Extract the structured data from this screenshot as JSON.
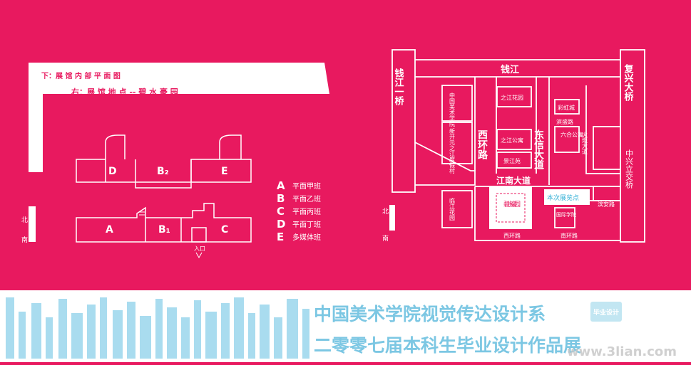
{
  "caption": {
    "line1": "下：展 馆 内 部  平 面 图",
    "line2": "右：展  馆  地  点 -- 碧  水  豪  园"
  },
  "floorplan": {
    "rooms": {
      "D": "D",
      "B2": "B₂",
      "E": "E",
      "A": "A",
      "B1": "B₁",
      "C": "C"
    },
    "compass_north": "北",
    "compass_south": "南",
    "entrance": "入口"
  },
  "legend": [
    {
      "letter": "A",
      "label": "平面甲班"
    },
    {
      "letter": "B",
      "label": "平面乙班"
    },
    {
      "letter": "C",
      "label": "平面丙班"
    },
    {
      "letter": "D",
      "label": "平面丁班"
    },
    {
      "letter": "E",
      "label": "多媒体班"
    }
  ],
  "map": {
    "roads": {
      "qianjiang": "钱江",
      "qianjiang_bridge": "钱江一桥",
      "fuxing_bridge": "复兴大桥",
      "zhongxing_bridge": "中兴立交桥",
      "xihuan": "西环路",
      "dongxin": "东信大道",
      "jiangnan": "江南大道",
      "binsheng": "滨盛路",
      "huoju": "火炬大道",
      "binan": "滨安路",
      "xihuan_small": "西环路",
      "nanhuan": "南环路"
    },
    "blocks": {
      "caa": "中国美术学院",
      "zhijiang_garden": "之江花园",
      "xinkaiyuan": "新开元之江度假村",
      "zhijiang_apt": "之江公寓",
      "jingjiang": "景江苑",
      "caihong": "彩虹城",
      "liuhe": "六合公寓",
      "linjiang": "临江花园",
      "bishui": "碧水豪园",
      "guoji": "国际学院",
      "exhibit_tag": "本次展览点"
    },
    "compass_north": "北",
    "compass_south": "南"
  },
  "banner": {
    "title1": "中国美术学院视觉传达设计系",
    "title2": "二零零七届本科生毕业设计作品展",
    "badge": "毕业设计",
    "watermark": "www.3lian.com"
  }
}
